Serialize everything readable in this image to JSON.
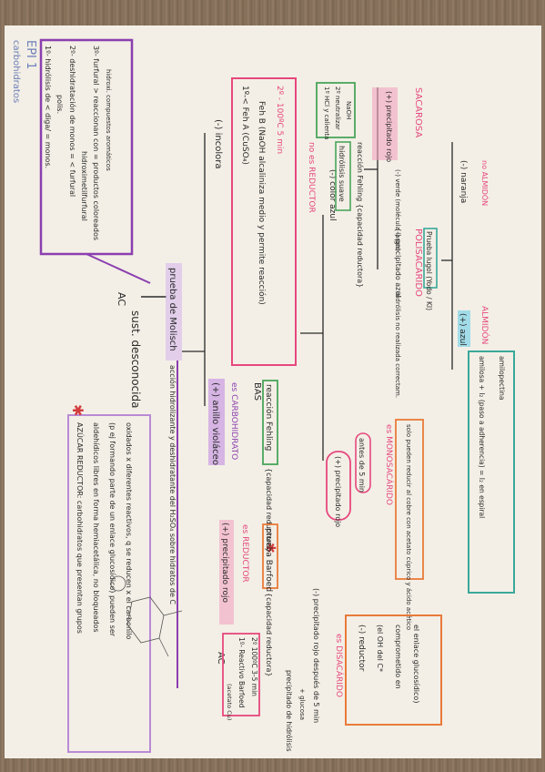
{
  "doc": {
    "heading": "EPI 1",
    "subheading": "carbohidratos",
    "header_box": {
      "l1": "1º- hidrólisis de <    diga/   = monos.",
      "l2": "polis.",
      "l3": "2º- deshidratación de monos = < furfural",
      "l4": "hidroximetilfurfural",
      "l5": "3º- furfural > reaccionan con   = productos coloreados",
      "l6": "hidroxi.     compuestos aromáticos"
    },
    "ac_top": "AC",
    "sust": "sust. desconocida",
    "prueba_molisch": "prueba de Molisch",
    "accion": "acción hidrolizante y deshidratante del H₂SO₄ sobre hidratos de C",
    "star1": "✱",
    "star2": "✱",
    "reductor_def": {
      "l1": "AZÚCAR REDUCTOR: carbohidratos que presentan grupos",
      "l2": "aldehídicos libres en forma hemiacetálica, no bloqueados",
      "l3": "(p ej formando parte de un enlace glucosídico) pueden ser",
      "l4": "oxidados x diferentes reactivos, q se reducen x el carbonilo"
    },
    "anillo": "(+) anillo violáceo",
    "incolora": "(-) incolora",
    "fehling": {
      "l1": "1º-< Feh A (CuSO₄)",
      "l2": "Feh B (NaOH alcaliniza medio y permite reacción)",
      "l3": "2º - 100ºC 5 min"
    },
    "es_carbo": "es CARBOHIDRATO",
    "bas": "BAS",
    "reac_fehling": "reacción Fehling",
    "cap_red": "{capacidad reductora}",
    "no_reductor": "no es REDUCTOR",
    "color_azul": "(-) color azul",
    "hcl_box": {
      "l1": "1º HCl y calienta",
      "l2": "2º neutralizar",
      "l3": "NaOH"
    },
    "hidrolisis_suave": "hidrólisis suave",
    "reac_fehling2": "reacción Fehling {capacidad reductora}",
    "precip_rojo_l": "(+) precipitado rojo",
    "sacarosa": "SACAROSA",
    "verde": "(-) verde (molécula larga)",
    "precip_azul": "(-) precipitado azul",
    "hidrolisis_note": "hidrólisis no realizada correctam.",
    "polisacarido": "POLISACÁRIDO",
    "prueba_lugol": "Prueba lugol (Yodo / KI)",
    "naranja": "(-) naranja",
    "no_almidon": "no ALMIDÓN",
    "azul": "(+) azul",
    "almidon": "ALMIDÓN",
    "amilosa": "amilosa + I₂ (paso a adherencia) = I₂ en espiral",
    "amilopectina": "amilopectina",
    "precip_rojo_m": "(+) precipitado rojo",
    "antes5": "antes de 5 min",
    "es_mono": "es MONOSACÁRIDO",
    "mono_note": "solo pueden reducir al cobre con acetato cúprico y ácido acético",
    "precip_rojo_top": "(+) precipitado rojo",
    "es_reductor": "es REDUCTOR",
    "barfoed": "prueba Barfoed",
    "cap_red2": "{capacidad reductora}",
    "ac_right": "AC",
    "barfoed_box": {
      "l1": "1º- Reactivo Barfoed",
      "l2": "2º 100ºC 3-5 min",
      "note": "(acetato Cu)"
    },
    "precip_rojo_r": "(-) precipitado rojo después de 5 min",
    "es_disac": "es DISACÁRIDO",
    "disac_box": {
      "l1": "(-) reductor",
      "l2": "(el OH del C*",
      "l3": "comprometido en",
      "l4": "el enlace glucosídico)"
    },
    "bottom_right": "precipitado de hidrólisis",
    "bottom_small": "+ glucosa"
  },
  "colors": {
    "paper": "#f3efe6",
    "purple": "#8b3fb0",
    "lilac": "#b98ad6",
    "green": "#4aa55a",
    "pink": "#e6477e",
    "orange": "#e97a3a",
    "teal": "#3aa89a",
    "black": "#2a2a2a",
    "red": "#d23c3c"
  }
}
